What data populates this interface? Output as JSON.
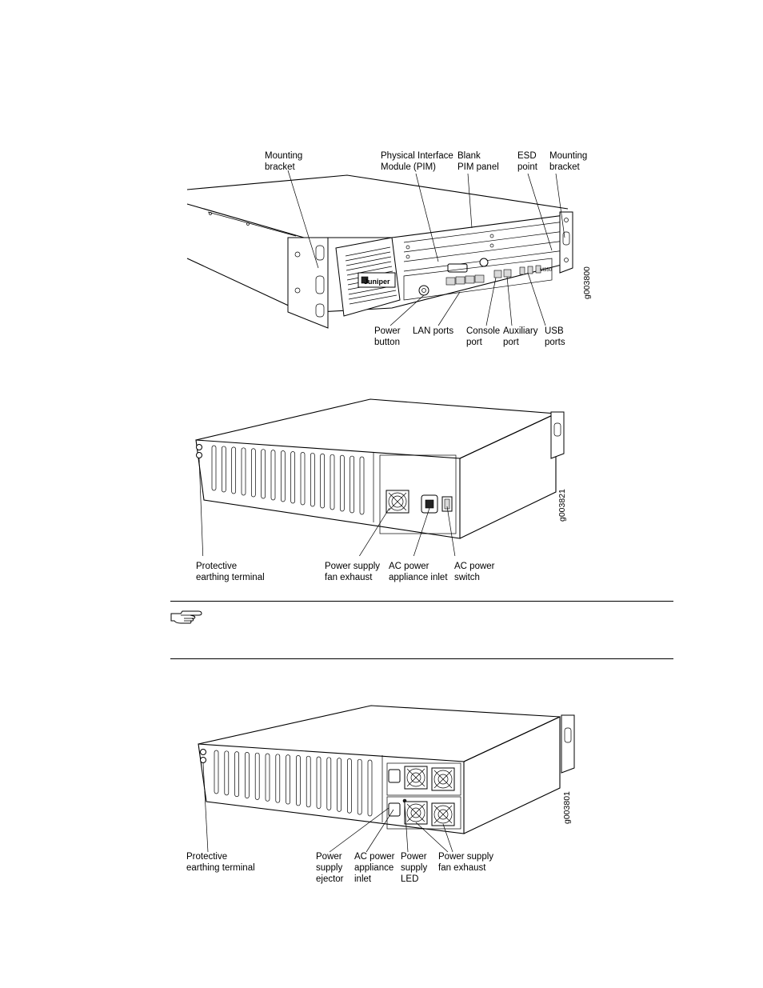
{
  "figure1": {
    "id": "g003800",
    "labels": {
      "mounting_bracket_left": "Mounting\nbracket",
      "pim": "Physical Interface\nModule (PIM)",
      "blank_pim": "Blank\nPIM panel",
      "esd_point": "ESD\npoint",
      "mounting_bracket_right": "Mounting\nbracket",
      "power_button": "Power\nbutton",
      "lan_ports": "LAN ports",
      "console_port": "Console\nport",
      "auxiliary_port": "Auxiliary\nport",
      "usb_ports": "USB\nports"
    },
    "logo": "Juniper",
    "model": "M350"
  },
  "figure2": {
    "id": "g003821",
    "labels": {
      "protective_earthing": "Protective\nearthing terminal",
      "ps_fan_exhaust": "Power supply\nfan exhaust",
      "ac_inlet": "AC power\nappliance inlet",
      "ac_switch": "AC power\nswitch"
    }
  },
  "figure3": {
    "id": "g003801",
    "labels": {
      "protective_earthing": "Protective\nearthing terminal",
      "ps_ejector": "Power\nsupply\nejector",
      "ac_inlet": "AC power\nappliance\ninlet",
      "ps_led": "Power\nsupply\nLED",
      "ps_fan_exhaust": "Power supply\nfan exhaust"
    }
  },
  "note": {
    "icon": "pointing-hand-icon"
  }
}
